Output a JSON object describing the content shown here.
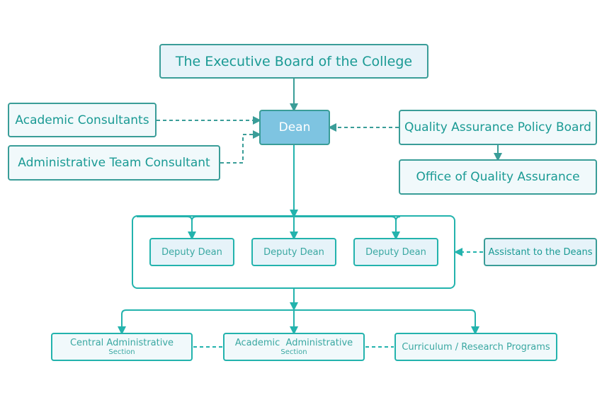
{
  "diagram": {
    "title": "The Executive Board of the College",
    "dean": "Dean",
    "left_advisors": [
      {
        "label": "Academic Consultants"
      },
      {
        "label": "Administrative Team Consultant"
      }
    ],
    "quality": {
      "policy_board": "Quality Assurance Policy Board",
      "office": "Office of Quality Assurance"
    },
    "deputies": [
      {
        "label": "Deputy Dean"
      },
      {
        "label": "Deputy Dean"
      },
      {
        "label": "Deputy Dean"
      }
    ],
    "assistant": "Assistant to the Deans",
    "sections": [
      {
        "line1": "Central Administrative",
        "line2": "Section"
      },
      {
        "line1": "Academic  Administrative",
        "line2": "Section"
      },
      {
        "line1": "Curriculum / Research Programs",
        "line2": ""
      }
    ],
    "colors": {
      "accent": "#23b3ad",
      "dark_border": "#3a9d98",
      "dean_fill": "#7ec4e1",
      "box_fill": "#e6f3f9",
      "text": "#1a9a94"
    }
  }
}
